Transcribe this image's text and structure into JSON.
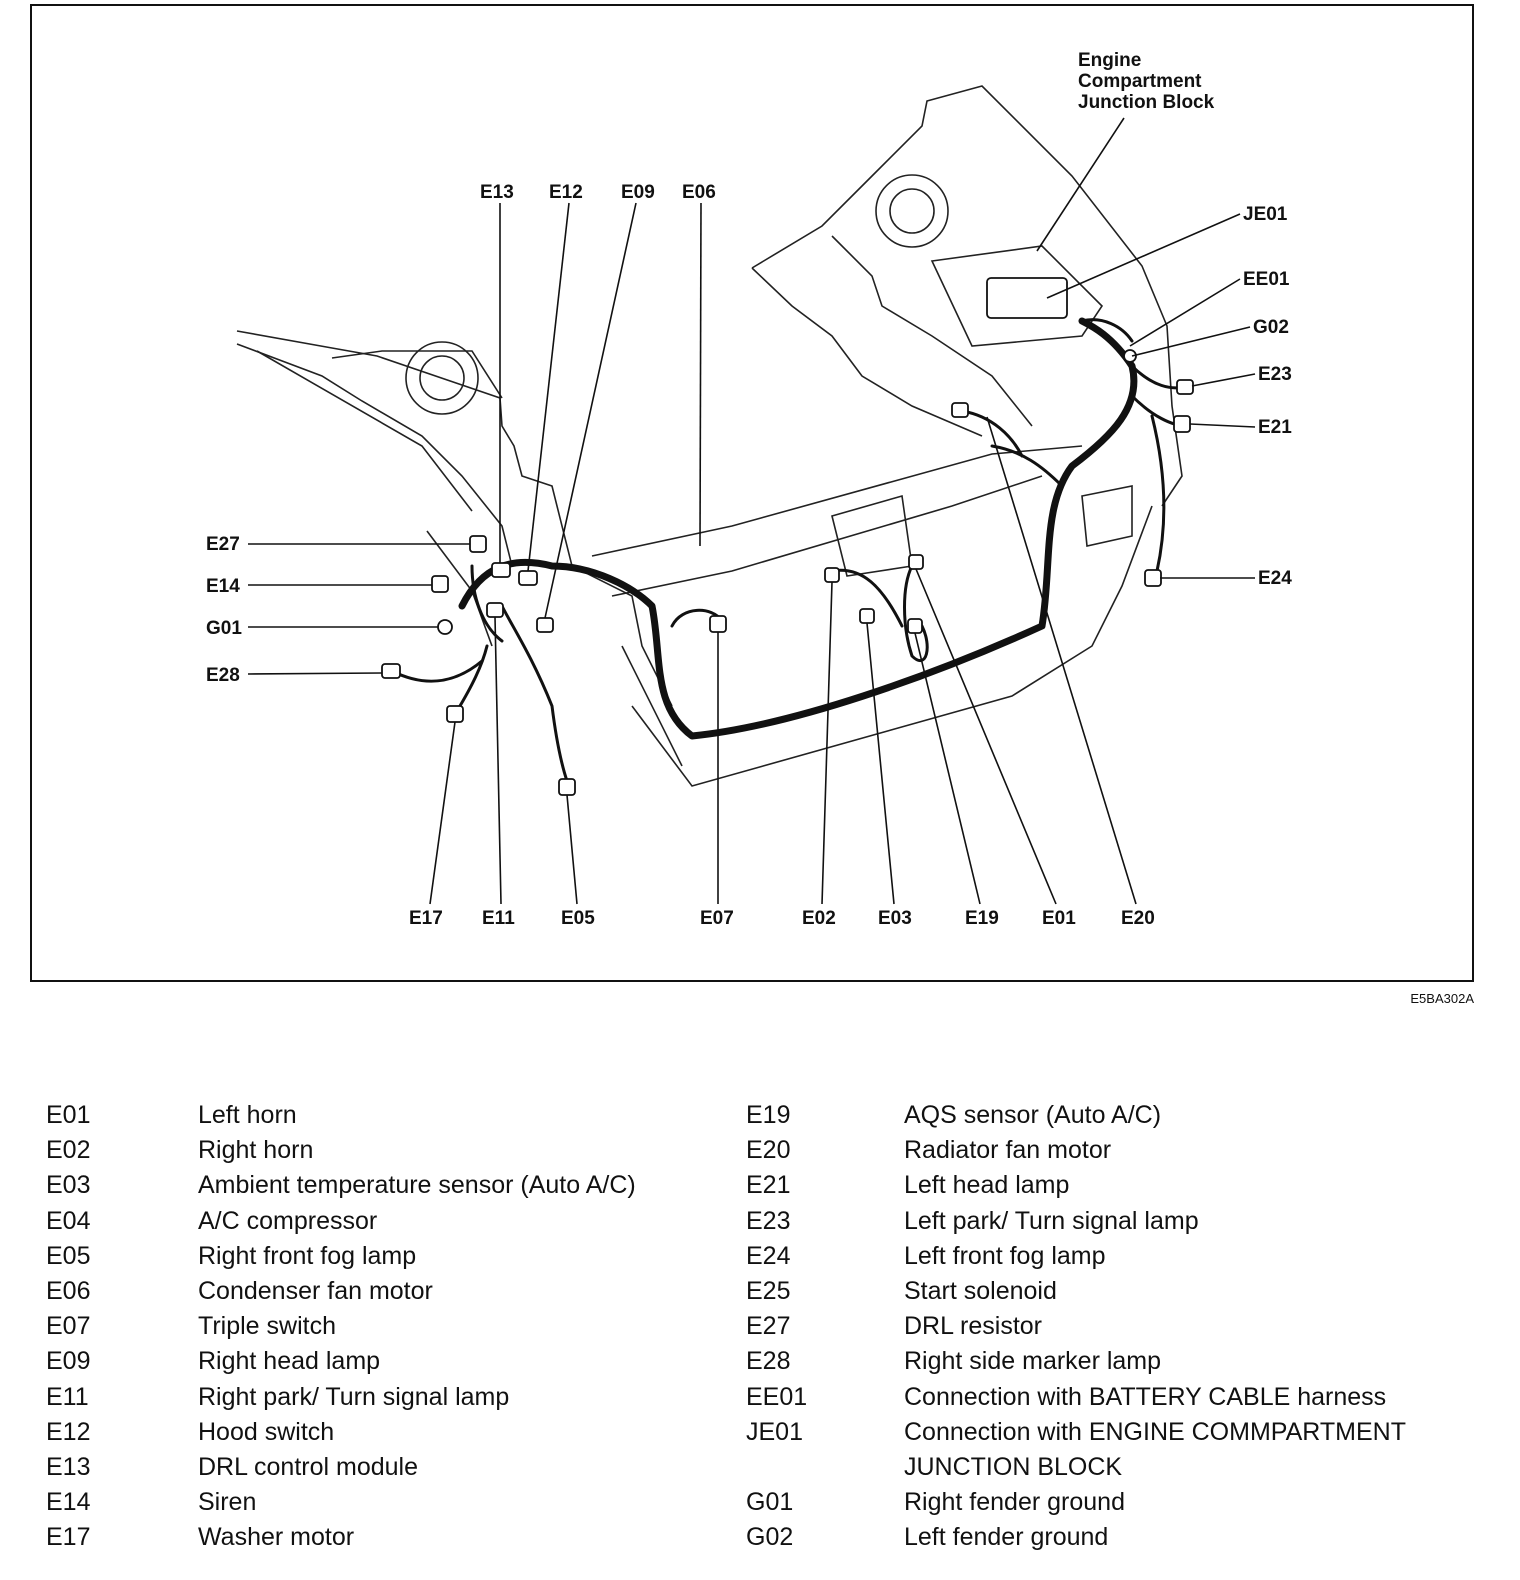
{
  "figure": {
    "title_label": "Engine\nCompartment\nJunction Block",
    "title_lines": [
      "Engine",
      "Compartment",
      "Junction Block"
    ],
    "code": "E5BA302A",
    "callouts": {
      "top": [
        "E13",
        "E12",
        "E09",
        "E06"
      ],
      "left": [
        "E27",
        "E14",
        "G01",
        "E28"
      ],
      "right": [
        "JE01",
        "EE01",
        "G02",
        "E23",
        "E21",
        "E24"
      ],
      "bottom": [
        "E17",
        "E11",
        "E05",
        "E07",
        "E02",
        "E03",
        "E19",
        "E01",
        "E20"
      ]
    }
  },
  "legend": {
    "left": [
      {
        "code": "E01",
        "desc": "Left horn"
      },
      {
        "code": "E02",
        "desc": "Right horn"
      },
      {
        "code": "E03",
        "desc": "Ambient temperature sensor (Auto A/C)"
      },
      {
        "code": "E04",
        "desc": "A/C compressor"
      },
      {
        "code": "E05",
        "desc": "Right front fog lamp"
      },
      {
        "code": "E06",
        "desc": "Condenser fan motor"
      },
      {
        "code": "E07",
        "desc": "Triple switch"
      },
      {
        "code": "E09",
        "desc": "Right head lamp"
      },
      {
        "code": "E11",
        "desc": "Right park/ Turn signal lamp"
      },
      {
        "code": "E12",
        "desc": "Hood switch"
      },
      {
        "code": "E13",
        "desc": "DRL control module"
      },
      {
        "code": "E14",
        "desc": "Siren"
      },
      {
        "code": "E17",
        "desc": "Washer motor"
      }
    ],
    "right": [
      {
        "code": "E19",
        "desc": "AQS sensor (Auto A/C)"
      },
      {
        "code": "E20",
        "desc": "Radiator fan motor"
      },
      {
        "code": "E21",
        "desc": "Left head lamp"
      },
      {
        "code": "E23",
        "desc": "Left park/ Turn signal lamp"
      },
      {
        "code": "E24",
        "desc": "Left front fog lamp"
      },
      {
        "code": "E25",
        "desc": "Start solenoid"
      },
      {
        "code": "E27",
        "desc": "DRL resistor"
      },
      {
        "code": "E28",
        "desc": "Right side marker lamp"
      },
      {
        "code": "EE01",
        "desc": "Connection with BATTERY CABLE harness"
      },
      {
        "code": "JE01",
        "desc": "Connection with ENGINE COMMPARTMENT"
      },
      {
        "code": "",
        "desc": "JUNCTION BLOCK"
      },
      {
        "code": "G01",
        "desc": "Right fender ground"
      },
      {
        "code": "G02",
        "desc": "Left fender ground"
      }
    ]
  }
}
